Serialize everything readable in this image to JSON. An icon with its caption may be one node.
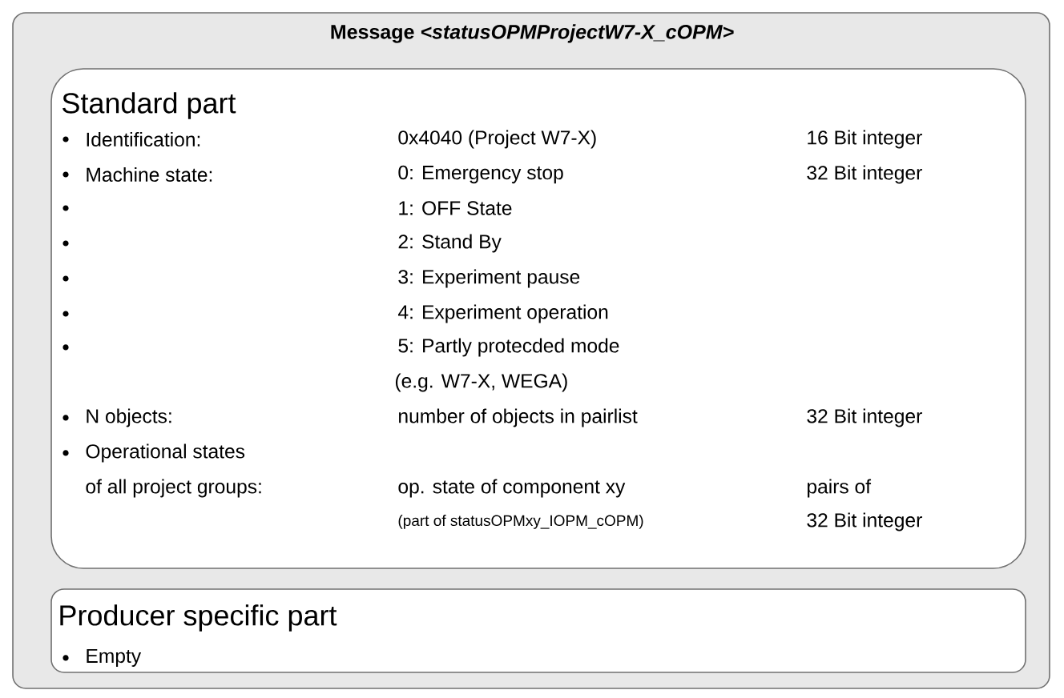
{
  "diagram": {
    "nodes": [
      {
        "text": [
          "Message *<statusOPMProjectW7-X_cOPM>*"
        ]
      },
      {
        "text": [
          "Standard part",
          "Identification:",
          "0x4040 (Project W7-X)",
          "16 Bit integer",
          "Machine state:",
          "0: Emergency stop",
          "32 Bit integer",
          "1: OFF State",
          "2: Stand By",
          "3: Experiment pause",
          "4: Experiment operation",
          "5: Partly protecded mode",
          "(e.g. W7-X, WEGA)",
          "N objects:",
          "number of objects in pairlist",
          "32 Bit integer",
          "Operational states",
          "of all project groups:",
          "op. state of component xy",
          "pairs of",
          "(part of statusOPMxy_IOPM_cOPM)",
          "32 Bit integer"
        ],
        "in": 0
      },
      {
        "text": [
          "Producer specific part",
          "Empty"
        ],
        "in": 0
      }
    ]
  }
}
